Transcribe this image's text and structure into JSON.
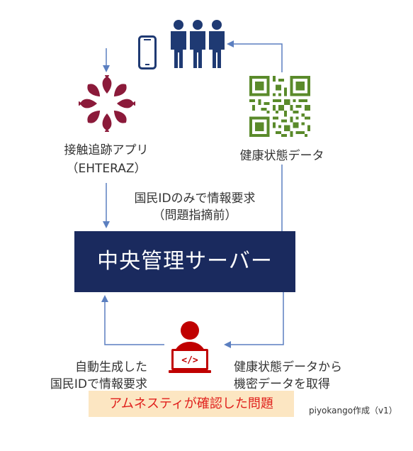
{
  "server": {
    "label": "中央管理サーバー"
  },
  "app": {
    "name": "接触追跡アプリ",
    "sub": "（EHTERAZ）"
  },
  "health": {
    "label": "健康状態データ"
  },
  "request": {
    "line1": "国民IDのみで情報要求",
    "line2": "（問題指摘前）"
  },
  "auto_request": {
    "line1": "自動生成した",
    "line2": "国民IDで情報要求"
  },
  "extract": {
    "line1": "健康状態データから",
    "line2": "機密データを取得"
  },
  "highlight": {
    "label": "アムネスティが確認した問題"
  },
  "credit": {
    "label": "piyokango作成（v1）"
  },
  "colors": {
    "server_bg": "#1a2a5e",
    "people": "#1f3a73",
    "arrows": "#5b7fc0",
    "app_logo": "#8b1a3a",
    "qr": "#5a8a2a",
    "attacker": "#c00000",
    "highlight_bg": "#fce6c2",
    "highlight_text": "#e0201c"
  }
}
